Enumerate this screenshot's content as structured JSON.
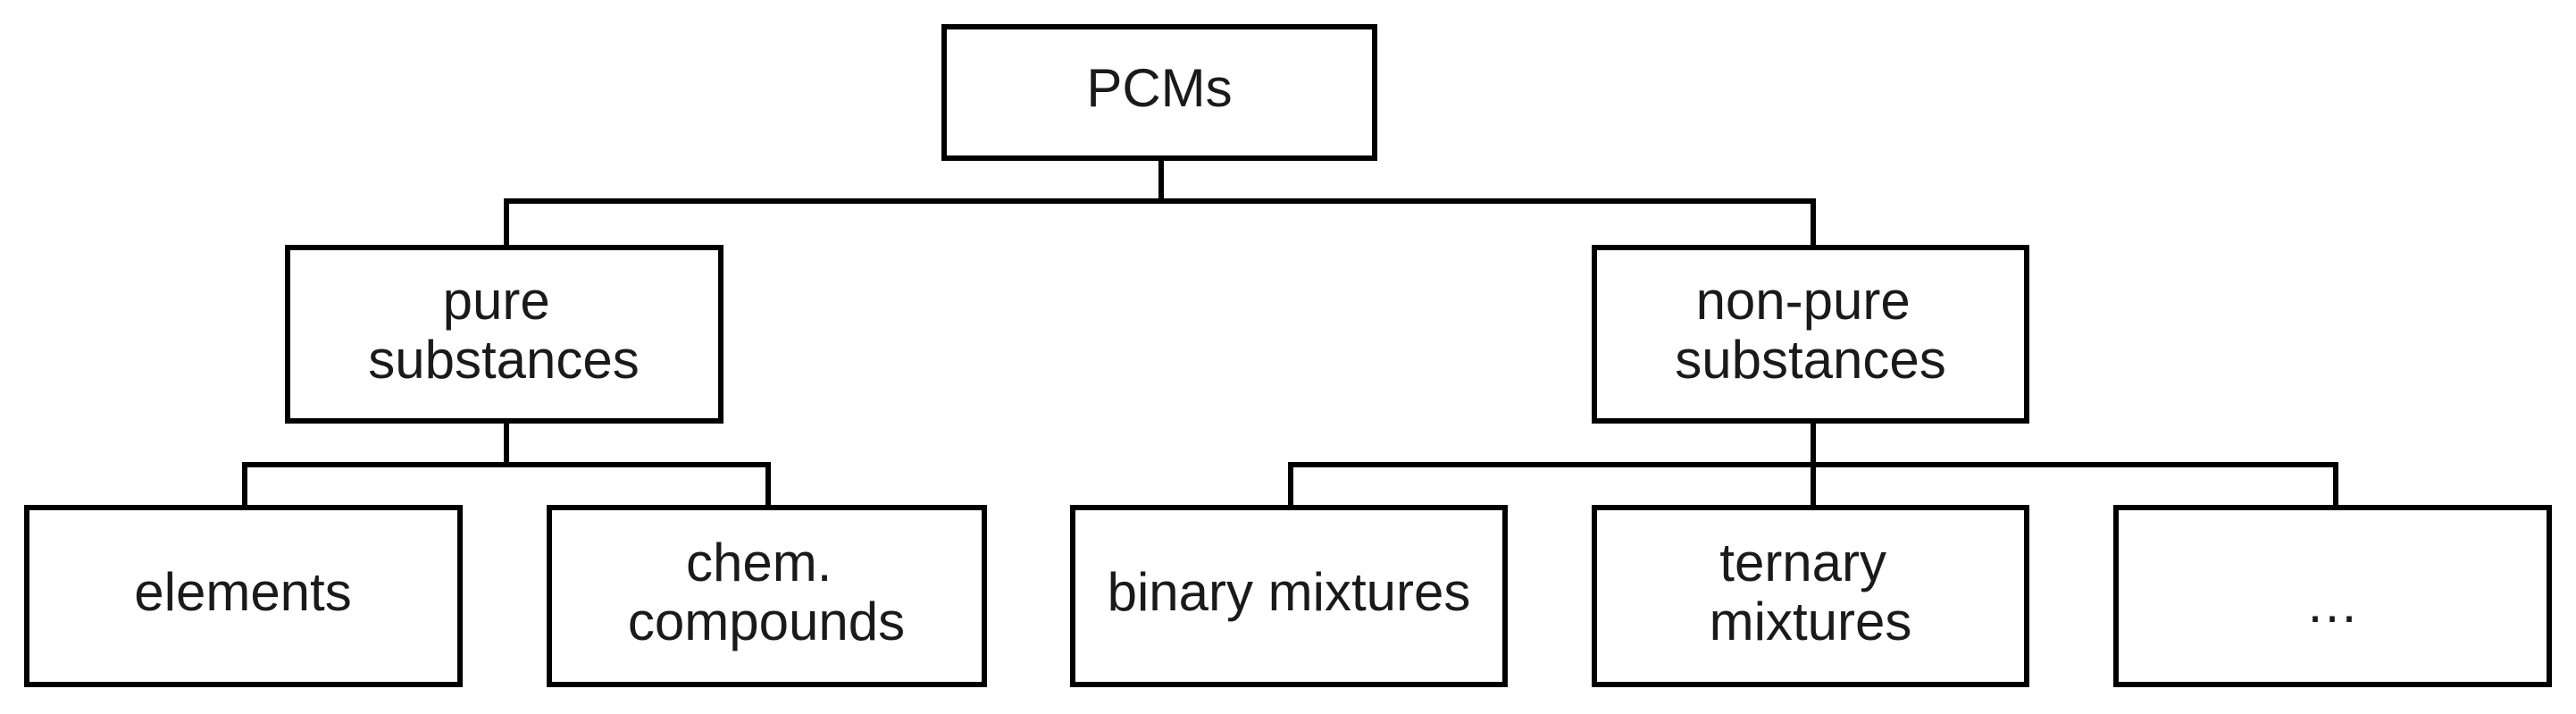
{
  "diagram": {
    "root": {
      "lines": [
        "PCMs"
      ]
    },
    "pure": {
      "lines": [
        "pure",
        "substances"
      ],
      "children": [
        {
          "lines": [
            "elements"
          ]
        },
        {
          "lines": [
            "chem.",
            "compounds"
          ]
        }
      ]
    },
    "nonpure": {
      "lines": [
        "non-pure",
        "substances"
      ],
      "children": [
        {
          "lines": [
            "binary mixtures"
          ]
        },
        {
          "lines": [
            "ternary",
            "mixtures"
          ]
        },
        {
          "lines": [
            "…"
          ]
        }
      ]
    }
  }
}
